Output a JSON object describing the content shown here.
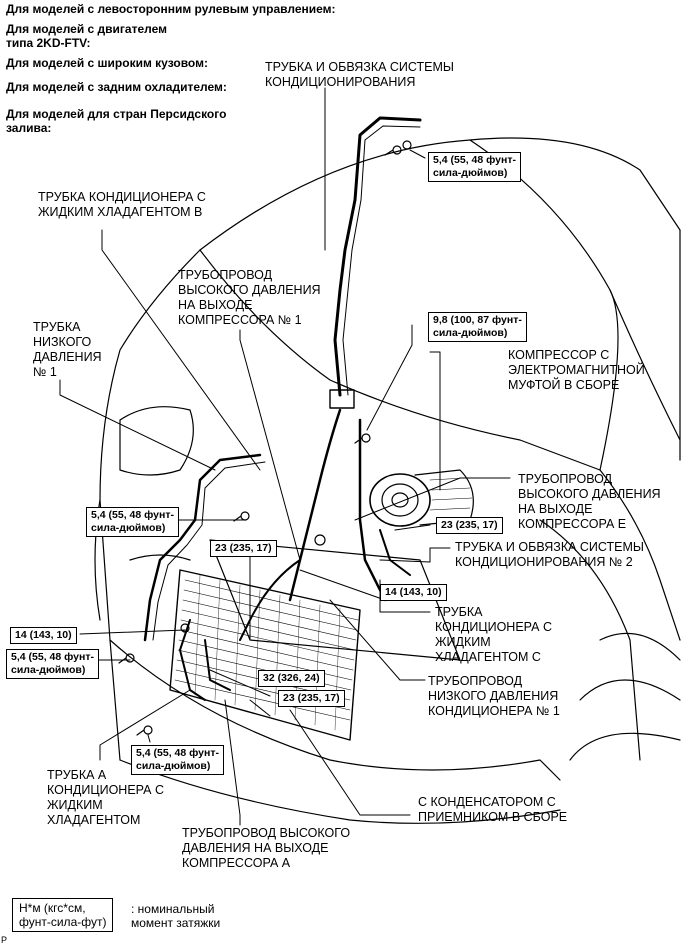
{
  "headers": [
    "Для моделей с левосторонним рулевым управлением:",
    "Для моделей с двигателем\nтипа 2KD-FTV:",
    "Для моделей с широким кузовом:",
    "Для моделей с задним охладителем:",
    "Для моделей для стран Персидского\nзалива:"
  ],
  "parts": {
    "ac_tube_top": "ТРУБКА И ОБВЯЗКА СИСТЕМЫ\nКОНДИЦИОНИРОВАНИЯ",
    "liquid_tube_b": "ТРУБКА КОНДИЦИОНЕРА С\nЖИДКИМ ХЛАДАГЕНТОМ В",
    "discharge_hose_1": "ТРУБОПРОВОД\nВЫСОКОГО ДАВЛЕНИЯ\nНА ВЫХОДЕ\nКОМПРЕССОРА № 1",
    "suction_tube_1": "ТРУБКА\nНИЗКОГО\nДАВЛЕНИЯ\n№ 1",
    "compressor": "КОМПРЕССОР С\nЭЛЕКТРОМАГНИТНОЙ\nМУФТОЙ В СБОРЕ",
    "discharge_hose_e": "ТРУБОПРОВОД\nВЫСОКОГО ДАВЛЕНИЯ\nНА ВЫХОДЕ\nКОМПРЕССОРА Е",
    "ac_tube_2": "ТРУБКА И ОБВЯЗКА СИСТЕМЫ\nКОНДИЦИОНИРОВАНИЯ № 2",
    "liquid_tube_c": "ТРУБКА\nКОНДИЦИОНЕРА С\nЖИДКИМ\nХЛАДАГЕНТОМ С",
    "suction_hose_1": "ТРУБОПРОВОД\nНИЗКОГО ДАВЛЕНИЯ\nКОНДИЦИОНЕРА № 1",
    "condenser": "С КОНДЕНСАТОРОМ С\nПРИЕМНИКОМ В СБОРЕ",
    "liquid_tube_a": "ТРУБКА А\nКОНДИЦИОНЕРА С\nЖИДКИМ\nХЛАДАГЕНТОМ",
    "discharge_hose_a": "ТРУБОПРОВОД ВЫСОКОГО\nДАВЛЕНИЯ НА ВЫХОДЕ\nКОМПРЕССОРА А"
  },
  "torques": {
    "t1": "5,4 (55, 48 фунт-\nсила-дюймов)",
    "t2": "9,8 (100, 87 фунт-\nсила-дюймов)",
    "t3": "23 (235, 17)",
    "t4": "23 (235, 17)",
    "t5": "5,4 (55, 48 фунт-\nсила-дюймов)",
    "t6": "14 (143, 10)",
    "t7": "14 (143, 10)",
    "t8": "5,4 (55, 48 фунт-\nсила-дюймов)",
    "t9": "32 (326, 24)",
    "t10": "23 (235, 17)",
    "t11": "5,4 (55, 48 фунт-\nсила-дюймов)"
  },
  "legend": {
    "box": "Н*м (кгс*см,\nфунт-сила-фут)",
    "text": ": номинальный\nмомент затяжки"
  },
  "corner_mark": "P"
}
